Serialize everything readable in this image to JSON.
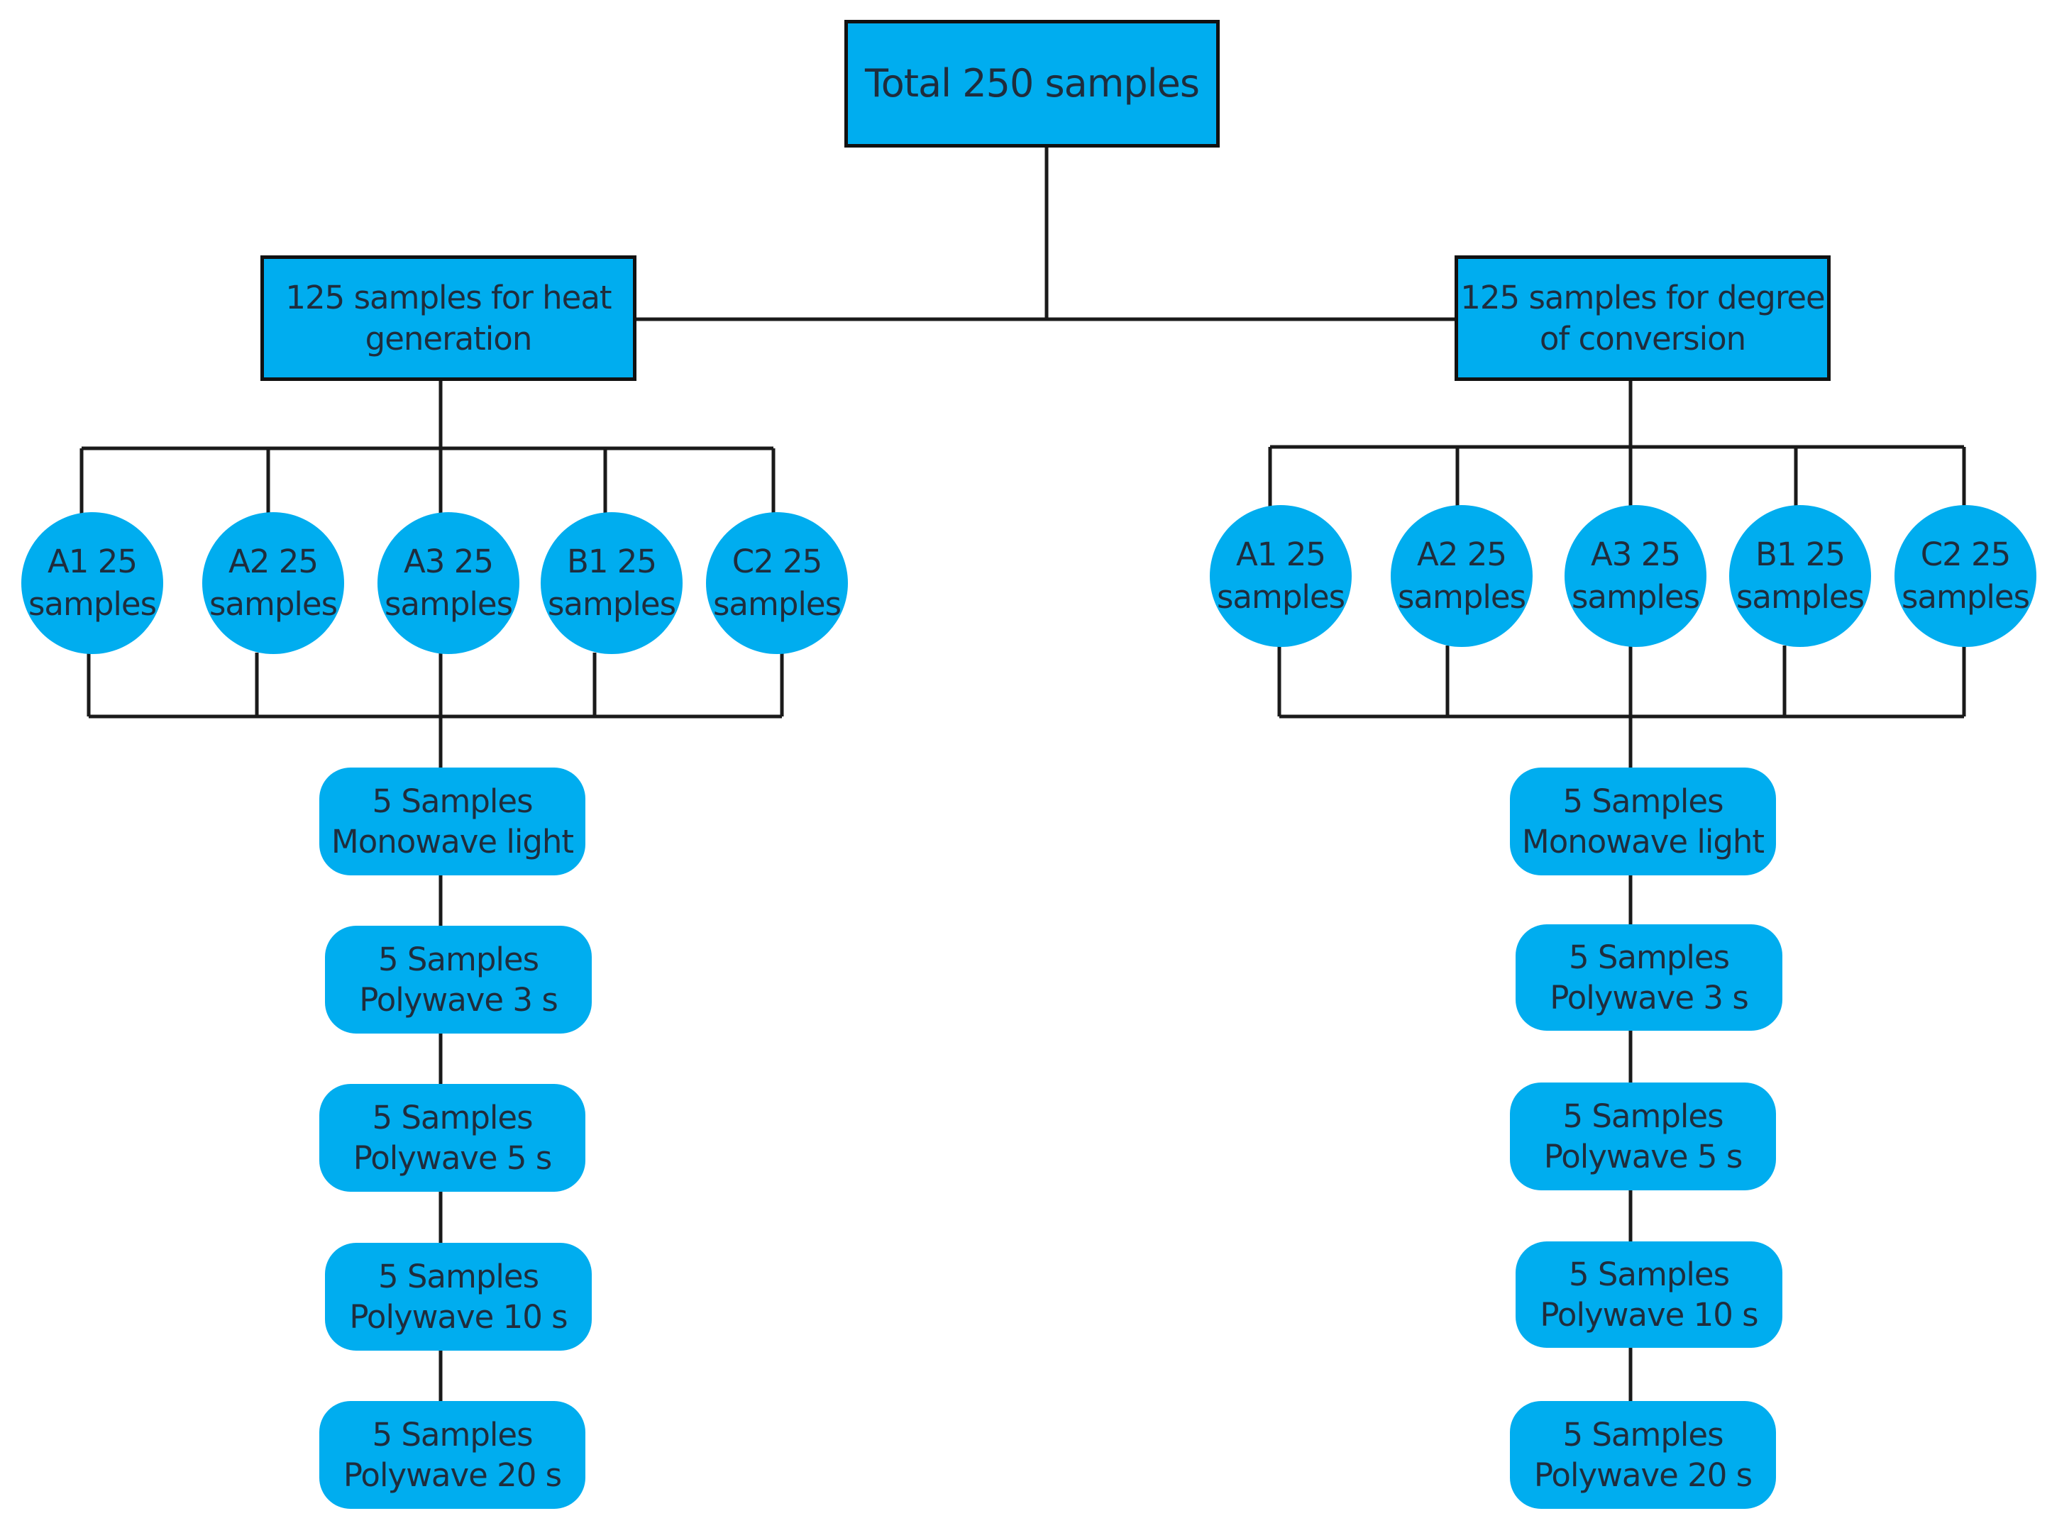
{
  "root": {
    "label": "Total 250 samples"
  },
  "branches": [
    {
      "line1": "125 samples for heat",
      "line2": "generation",
      "groups": [
        {
          "line1": "A1 25",
          "line2": "samples"
        },
        {
          "line1": "A2 25",
          "line2": "samples"
        },
        {
          "line1": "A3 25",
          "line2": "samples"
        },
        {
          "line1": "B1 25",
          "line2": "samples"
        },
        {
          "line1": "C2 25",
          "line2": "samples"
        }
      ],
      "conditions": [
        {
          "line1": "5 Samples",
          "line2": "Monowave light"
        },
        {
          "line1": "5 Samples",
          "line2": "Polywave 3 s"
        },
        {
          "line1": "5 Samples",
          "line2": "Polywave 5 s"
        },
        {
          "line1": "5 Samples",
          "line2": "Polywave 10 s"
        },
        {
          "line1": "5 Samples",
          "line2": "Polywave 20 s"
        }
      ]
    },
    {
      "line1": "125 samples for degree",
      "line2": "of conversion",
      "groups": [
        {
          "line1": "A1 25",
          "line2": "samples"
        },
        {
          "line1": "A2 25",
          "line2": "samples"
        },
        {
          "line1": "A3 25",
          "line2": "samples"
        },
        {
          "line1": "B1 25",
          "line2": "samples"
        },
        {
          "line1": "C2 25",
          "line2": "samples"
        }
      ],
      "conditions": [
        {
          "line1": "5 Samples",
          "line2": "Monowave light"
        },
        {
          "line1": "5 Samples",
          "line2": "Polywave 3 s"
        },
        {
          "line1": "5 Samples",
          "line2": "Polywave 5 s"
        },
        {
          "line1": "5 Samples",
          "line2": "Polywave 10 s"
        },
        {
          "line1": "5 Samples",
          "line2": "Polywave 20 s"
        }
      ]
    }
  ],
  "colors": {
    "node_fill": "#00adef",
    "line": "#1a1a1a",
    "text": "#1f2d3d"
  }
}
